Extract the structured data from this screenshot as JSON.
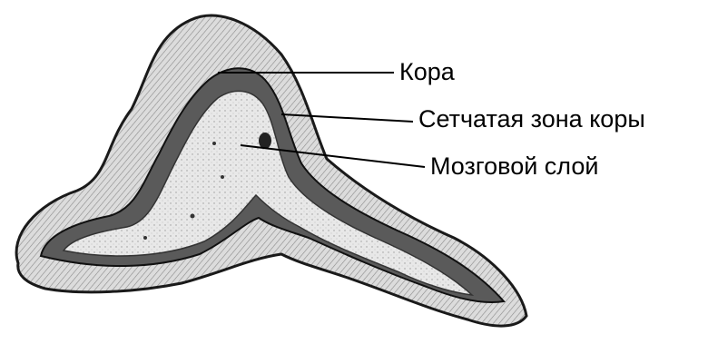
{
  "diagram": {
    "labels": [
      {
        "id": "cortex",
        "text": "Кора"
      },
      {
        "id": "reticular-zone",
        "text": "Сетчатая зона коры"
      },
      {
        "id": "medulla",
        "text": "Мозговой слой"
      }
    ]
  }
}
